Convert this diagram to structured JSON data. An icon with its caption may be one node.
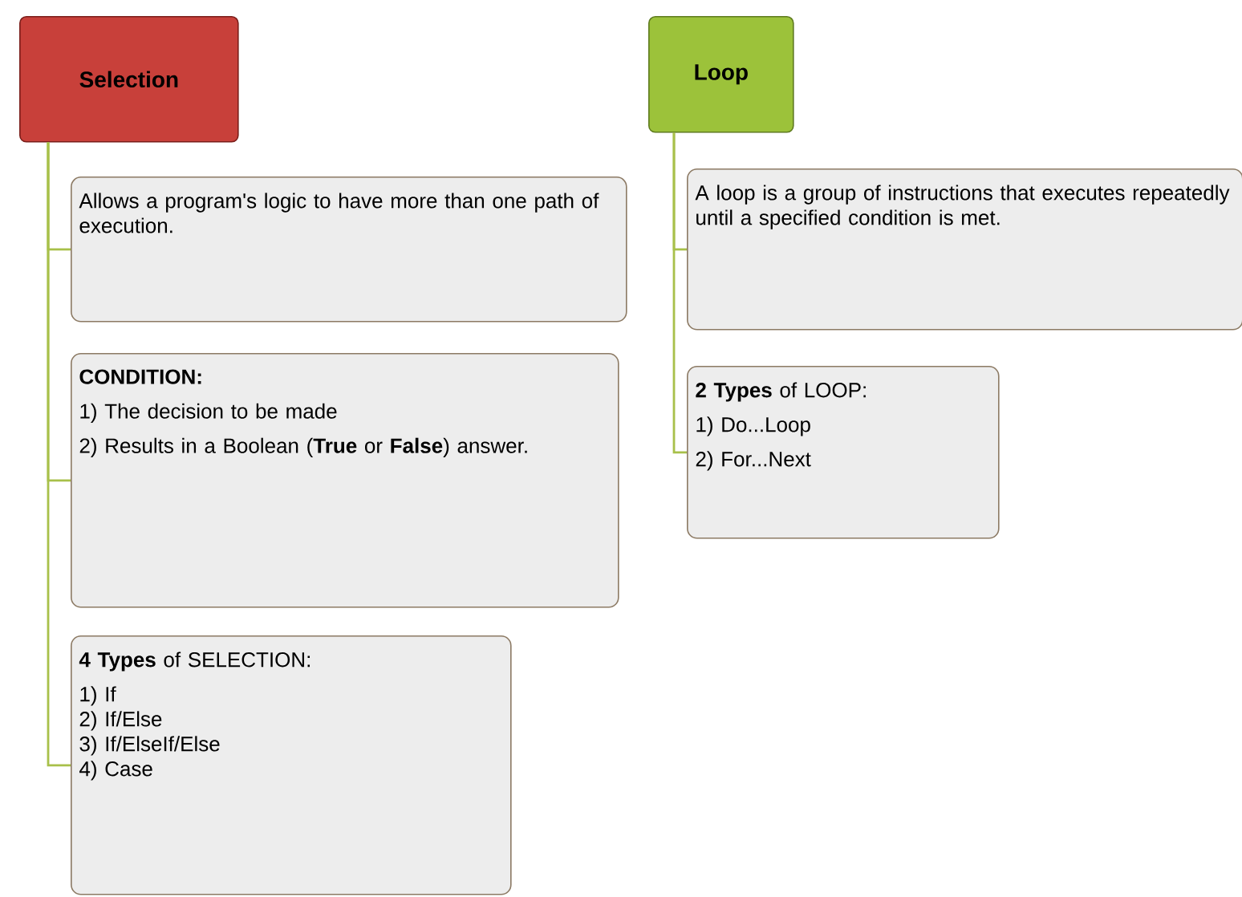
{
  "diagram": {
    "nodes": [
      {
        "text": [
          "Selection"
        ]
      },
      {
        "text": [
          "Allows a program's logic to have more than one path of execution."
        ]
      },
      {
        "text": [
          "CONDITION:",
          "1) The decision to be made",
          "2) Results in a Boolean (**True** or **False**) answer."
        ]
      },
      {
        "text": [
          "**4 Types** of SELECTION:",
          "1) If",
          "2) If/Else",
          "3) If/ElseIf/Else",
          "4) Case"
        ]
      },
      {
        "text": [
          "Loop"
        ]
      },
      {
        "text": [
          "A loop is a group of instructions that executes repeatedly until a specified condition is met."
        ]
      },
      {
        "text": [
          "**2 Types** of LOOP:",
          "1) Do...Loop",
          "2) For...Next"
        ]
      }
    ],
    "edges": [
      {
        "from": 0,
        "to": 1,
        "arrow": "none"
      },
      {
        "from": 0,
        "to": 2,
        "arrow": "none"
      },
      {
        "from": 0,
        "to": 3,
        "arrow": "none"
      },
      {
        "from": 4,
        "to": 5,
        "arrow": "none"
      },
      {
        "from": 4,
        "to": 6,
        "arrow": "none"
      }
    ]
  }
}
